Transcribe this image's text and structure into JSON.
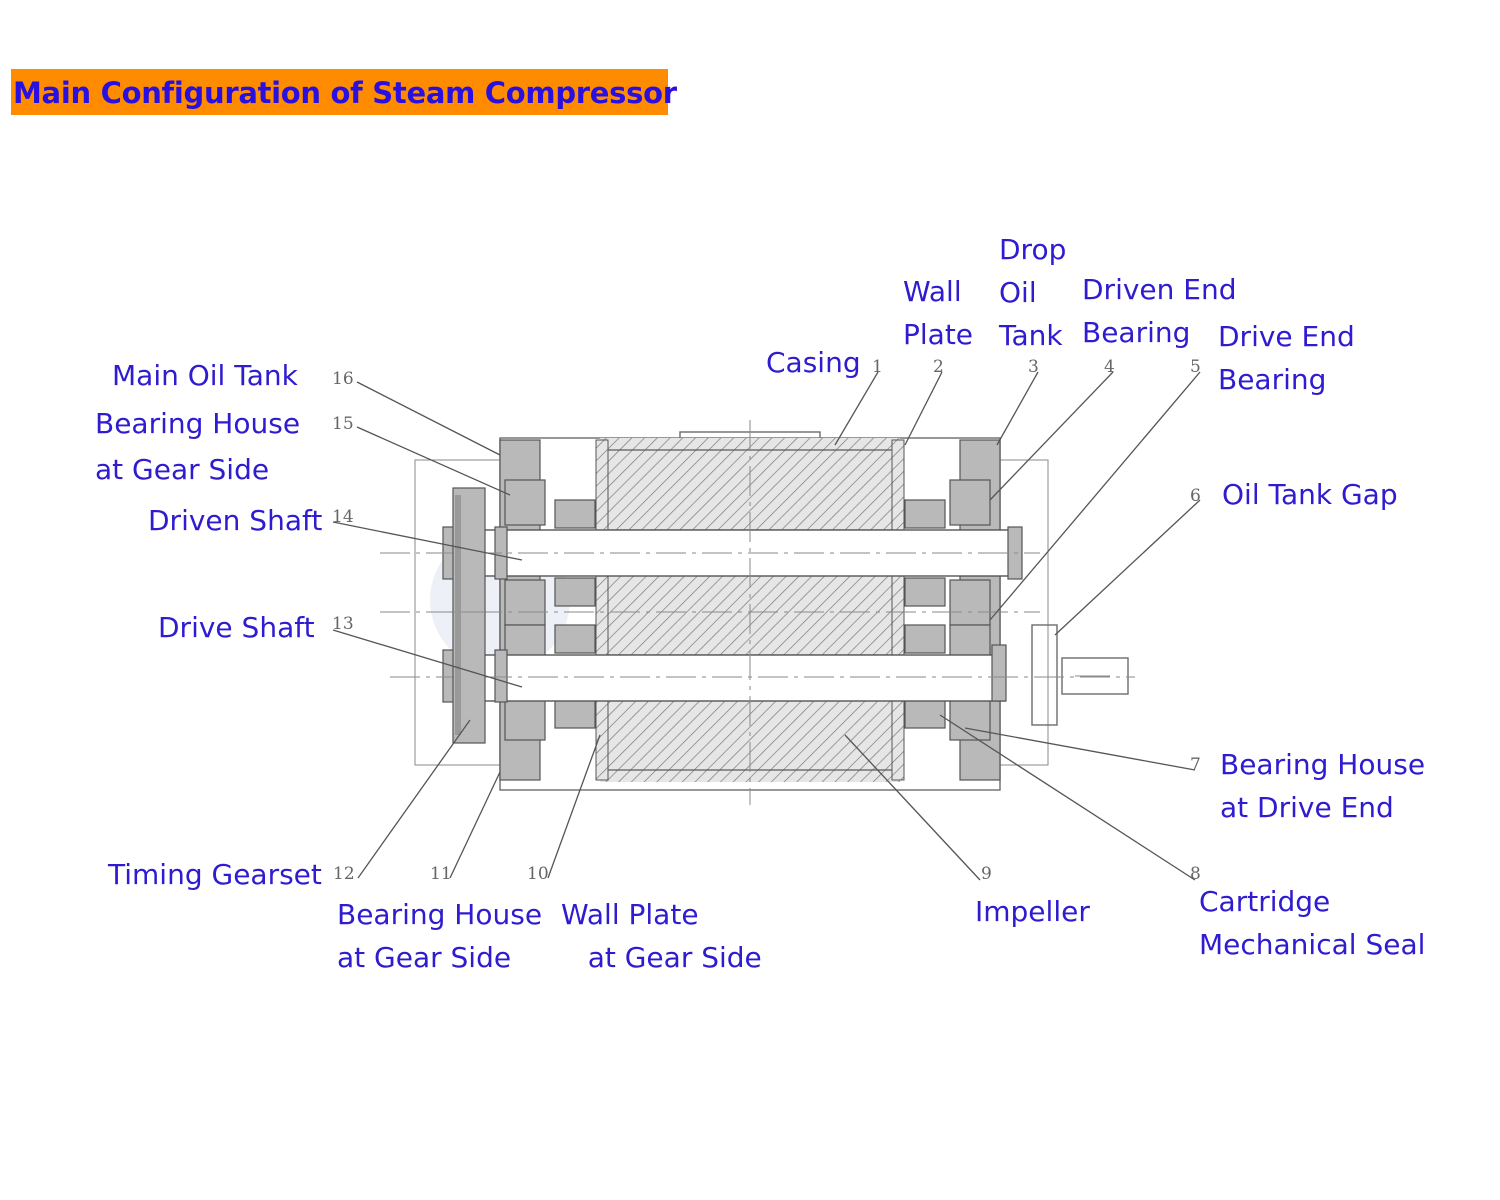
{
  "title": "Main Configuration of Steam Compressor",
  "callouts": {
    "main_oil_tank": "Main Oil Tank",
    "bearing_house_gear_top": "Bearing House\nat Gear Side",
    "driven_shaft": "Driven Shaft",
    "drive_shaft": "Drive Shaft",
    "timing_gearset": "Timing Gearset",
    "bearing_house_gear_bottom": "Bearing House\nat Gear Side",
    "wall_plate_gear": "Wall Plate\n   at Gear Side",
    "impeller": "Impeller",
    "cartridge_seal": "Cartridge\nMechanical Seal",
    "bearing_house_drive": "Bearing House\nat Drive End",
    "oil_tank_gap": "Oil Tank Gap",
    "casing": "Casing",
    "wall_plate": "Wall\nPlate",
    "drop_oil_tank": "Drop\nOil\nTank",
    "driven_end_bearing": "Driven End\nBearing",
    "drive_end_bearing": "Drive End\nBearing"
  },
  "numbers": {
    "n1": "1",
    "n2": "2",
    "n3": "3",
    "n4": "4",
    "n5": "5",
    "n6": "6",
    "n7": "7",
    "n8": "8",
    "n9": "9",
    "n10": "10",
    "n11": "11",
    "n12": "12",
    "n13": "13",
    "n14": "14",
    "n15": "15",
    "n16": "16"
  },
  "colors": {
    "title_bg": "#ff8c00",
    "title_text": "#2a10e0",
    "label_text": "#2f1bd0",
    "drawing_line": "#6b6b6b"
  }
}
